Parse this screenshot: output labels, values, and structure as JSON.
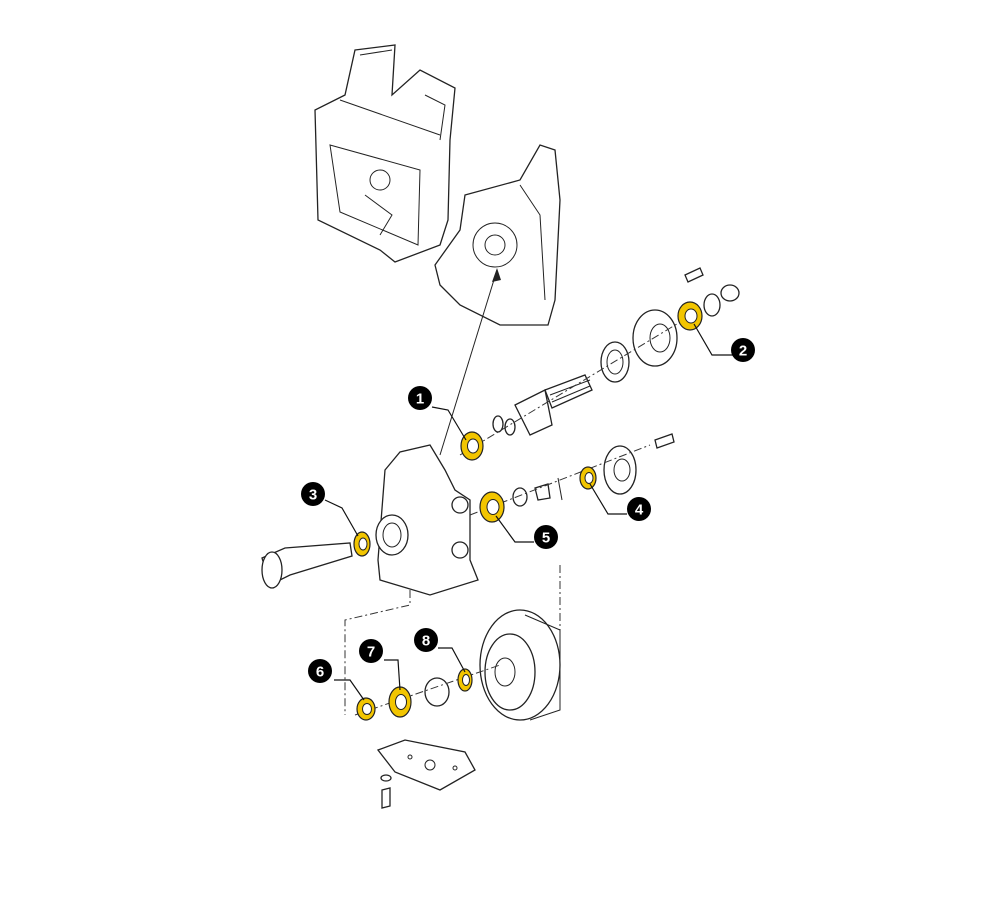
{
  "diagram": {
    "type": "exploded-parts-diagram",
    "highlight_color": "#f2c500",
    "callouts": [
      {
        "label": "1"
      },
      {
        "label": "2"
      },
      {
        "label": "3"
      },
      {
        "label": "4"
      },
      {
        "label": "5"
      },
      {
        "label": "6"
      },
      {
        "label": "7"
      },
      {
        "label": "8"
      }
    ]
  }
}
